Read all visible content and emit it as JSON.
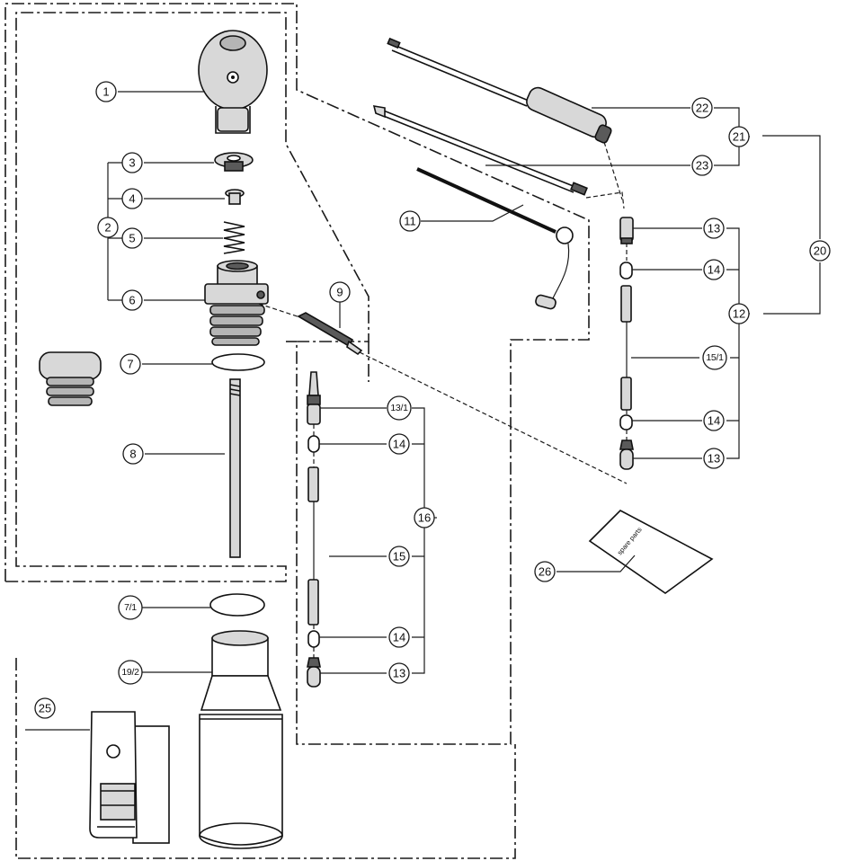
{
  "labels": {
    "p1": "1",
    "p2": "2",
    "p3": "3",
    "p4": "4",
    "p5": "5",
    "p6": "6",
    "p7": "7",
    "p7_1": "7/1",
    "p8": "8",
    "p9": "9",
    "p11": "11",
    "p12": "12",
    "p13_top": "13",
    "p13_bottom": "13",
    "p13_1": "13/1",
    "p13_lower": "13",
    "p14_a": "14",
    "p14_b": "14",
    "p14_c": "14",
    "p14_d": "14",
    "p15": "15",
    "p15_1": "15/1",
    "p16": "16",
    "p19_2": "19/2",
    "p20": "20",
    "p21": "21",
    "p22": "22",
    "p23": "23",
    "p25": "25",
    "p26": "26"
  },
  "booklet_text": "spare parts"
}
